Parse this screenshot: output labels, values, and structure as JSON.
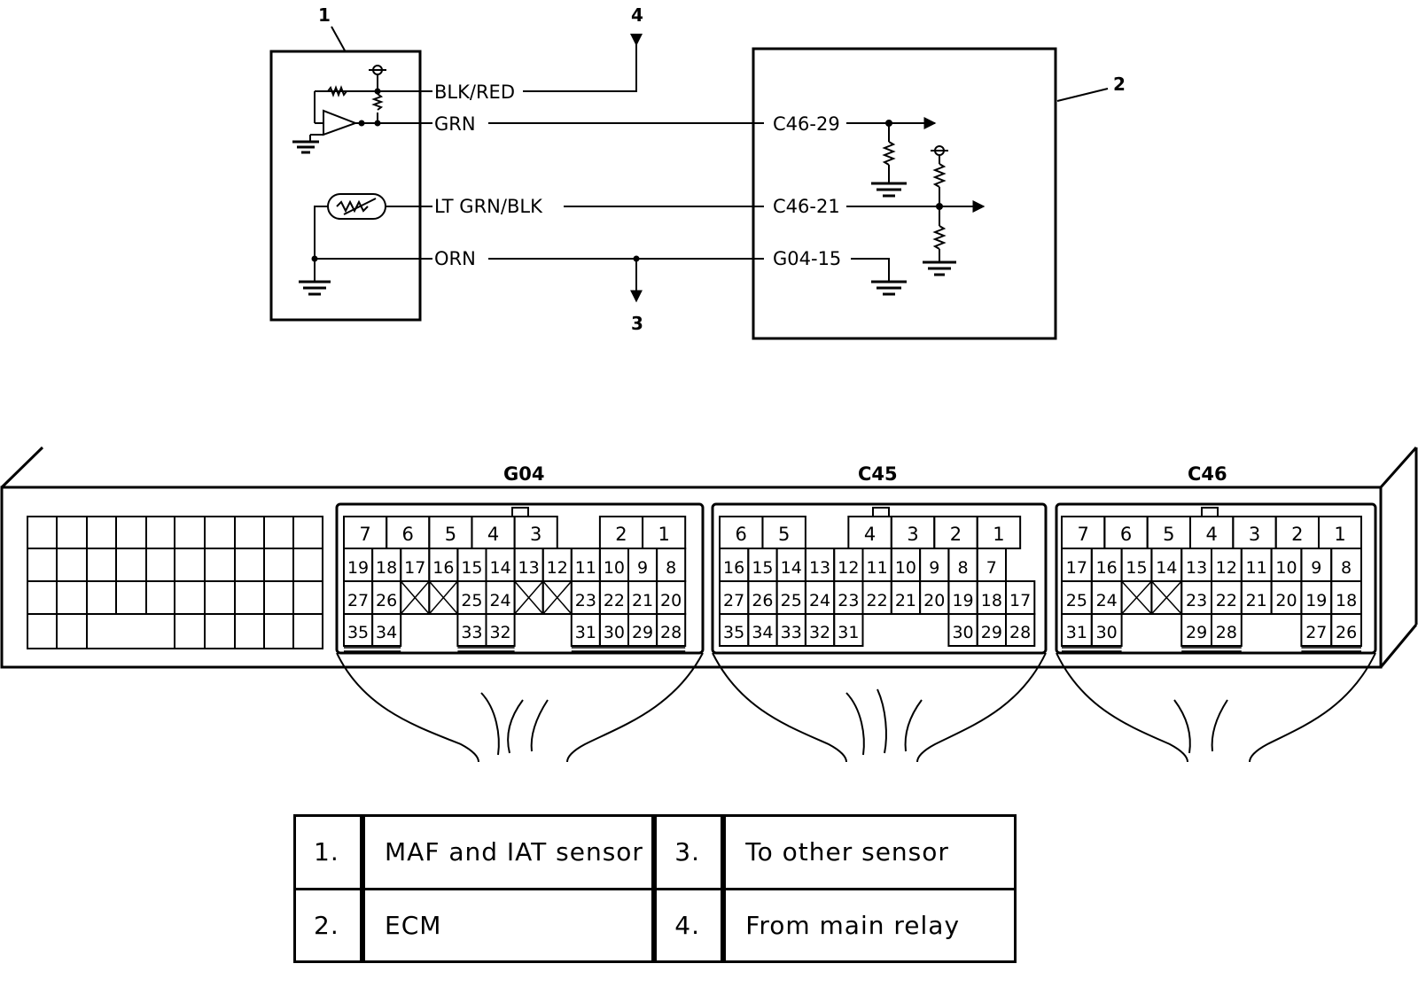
{
  "callouts": {
    "c1": "1",
    "c2": "2",
    "c3": "3",
    "c4": "4"
  },
  "sensor_wires": {
    "power": "BLK/RED",
    "maf_signal": "GRN",
    "iat_signal": "LT GRN/BLK",
    "ground": "ORN"
  },
  "ecm_terminals": {
    "maf_signal": "C46-29",
    "iat_signal": "C46-21",
    "ground": "G04-15"
  },
  "connectors": {
    "g04": {
      "name": "G04",
      "row1": [
        "7",
        "6",
        "5",
        "4",
        "3",
        "2",
        "1"
      ],
      "row2": [
        "19",
        "18",
        "17",
        "16",
        "15",
        "14",
        "13",
        "12",
        "11",
        "10",
        "9",
        "8"
      ],
      "row3": [
        "27",
        "26",
        "25",
        "24",
        "23",
        "22",
        "21",
        "20"
      ],
      "row4": [
        "35",
        "34",
        "33",
        "32",
        "31",
        "30",
        "29",
        "28"
      ]
    },
    "c45": {
      "name": "C45",
      "row1": [
        "6",
        "5",
        "4",
        "3",
        "2",
        "1"
      ],
      "row2": [
        "16",
        "15",
        "14",
        "13",
        "12",
        "11",
        "10",
        "9",
        "8",
        "7"
      ],
      "row3": [
        "27",
        "26",
        "25",
        "24",
        "23",
        "22",
        "21",
        "20",
        "19",
        "18",
        "17"
      ],
      "row4": [
        "35",
        "34",
        "33",
        "32",
        "31",
        "30",
        "29",
        "28"
      ]
    },
    "c46": {
      "name": "C46",
      "row1": [
        "7",
        "6",
        "5",
        "4",
        "3",
        "2",
        "1"
      ],
      "row2": [
        "17",
        "16",
        "15",
        "14",
        "13",
        "12",
        "11",
        "10",
        "9",
        "8"
      ],
      "row3": [
        "25",
        "24",
        "23",
        "22",
        "21",
        "20",
        "19",
        "18"
      ],
      "row4": [
        "31",
        "30",
        "29",
        "28",
        "27",
        "26"
      ]
    }
  },
  "legend": {
    "row1": {
      "n1": "1.",
      "t1": "MAF and IAT sensor",
      "n2": "3.",
      "t2": "To other sensor"
    },
    "row2": {
      "n1": "2.",
      "t1": "ECM",
      "n2": "4.",
      "t2": "From main relay"
    }
  }
}
